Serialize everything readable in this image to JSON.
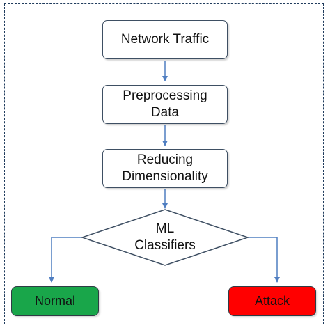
{
  "nodes": {
    "network_traffic": "Network Traffic",
    "preprocessing": "Preprocessing\nData",
    "reducing": "Reducing\nDimensionality",
    "classifiers": "ML\nClassifiers"
  },
  "outcomes": {
    "normal": {
      "label": "Normal",
      "color": "#19a64a"
    },
    "attack": {
      "label": "Attack",
      "color": "#ff0000"
    }
  },
  "colors": {
    "arrow": "#4f7ec1",
    "border": "#1f3b5c"
  }
}
